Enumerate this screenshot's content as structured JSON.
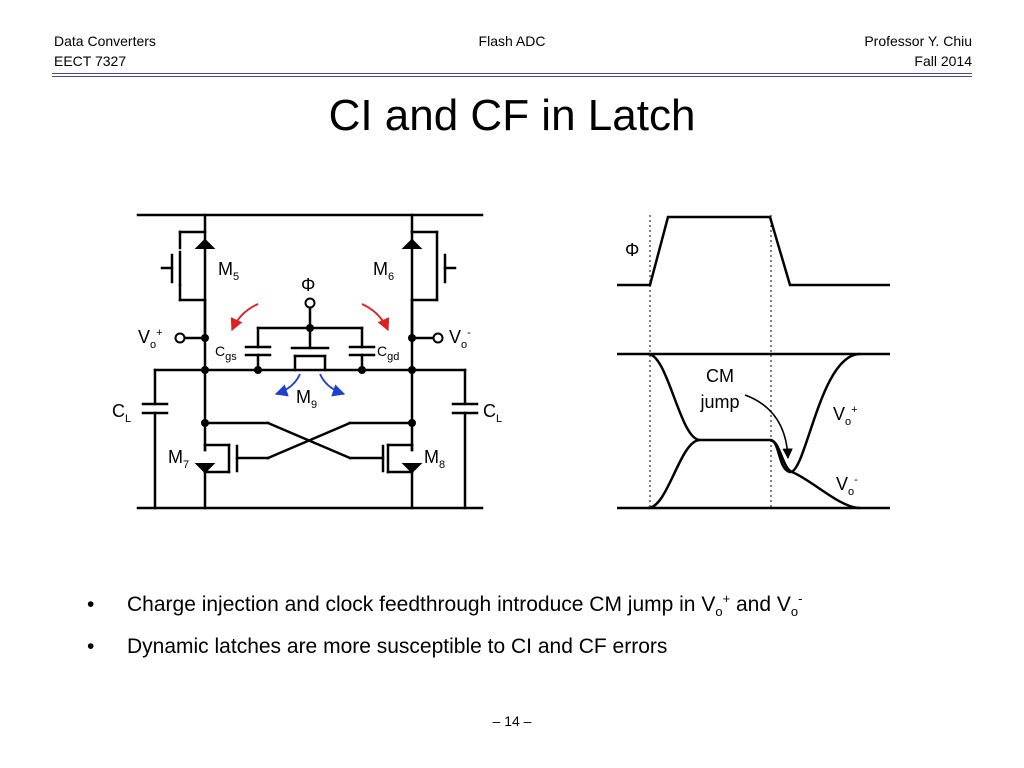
{
  "header": {
    "course": "Data Converters",
    "code": "EECT 7327",
    "topic": "Flash ADC",
    "instructor": "Professor Y. Chiu",
    "term": "Fall 2014"
  },
  "title": "CI and CF in Latch",
  "circuit": {
    "m5": {
      "base": "M",
      "sub": "5"
    },
    "m6": {
      "base": "M",
      "sub": "6"
    },
    "m7": {
      "base": "M",
      "sub": "7"
    },
    "m8": {
      "base": "M",
      "sub": "8"
    },
    "m9": {
      "base": "M",
      "sub": "9"
    },
    "phi": "Φ",
    "vo_plus": {
      "base": "V",
      "sub": "o",
      "sup": "+"
    },
    "vo_minus": {
      "base": "V",
      "sub": "o",
      "sup": "-"
    },
    "cgs": {
      "base": "C",
      "sub": "gs"
    },
    "cgd": {
      "base": "C",
      "sub": "gd"
    },
    "cl_left": {
      "base": "C",
      "sub": "L"
    },
    "cl_right": {
      "base": "C",
      "sub": "L"
    },
    "colors": {
      "red_arrow": "#e02020",
      "blue_arrow": "#1f3fd0"
    }
  },
  "waveform": {
    "phi": "Φ",
    "cm_line1": "CM",
    "cm_line2": "jump",
    "vo_plus": {
      "base": "V",
      "sub": "o",
      "sup": "+"
    },
    "vo_minus": {
      "base": "V",
      "sub": "o",
      "sup": "-"
    }
  },
  "bullets": [
    {
      "marker": "•",
      "text_before": "Charge injection and clock feedthrough introduce CM jump in V",
      "sub1": "o",
      "sup1": "+",
      "text_mid": " and V",
      "sub2": "o",
      "sup2": "-"
    },
    {
      "marker": "•",
      "text": "Dynamic latches are more susceptible to CI and CF errors"
    }
  ],
  "page_number": "– 14 –"
}
